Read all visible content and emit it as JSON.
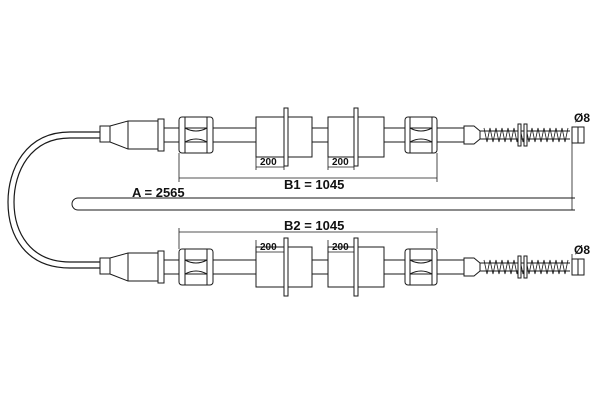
{
  "labels": {
    "a": "A = 2565",
    "b1": "B1 = 1045",
    "b2": "B2 = 1045",
    "top_seg1": "200",
    "top_seg2": "200",
    "bot_seg1": "200",
    "bot_seg2": "200",
    "top_dia": "Ø8",
    "bot_dia": "Ø8"
  },
  "colors": {
    "line": "#1a1a1a",
    "fill": "#ffffff"
  }
}
